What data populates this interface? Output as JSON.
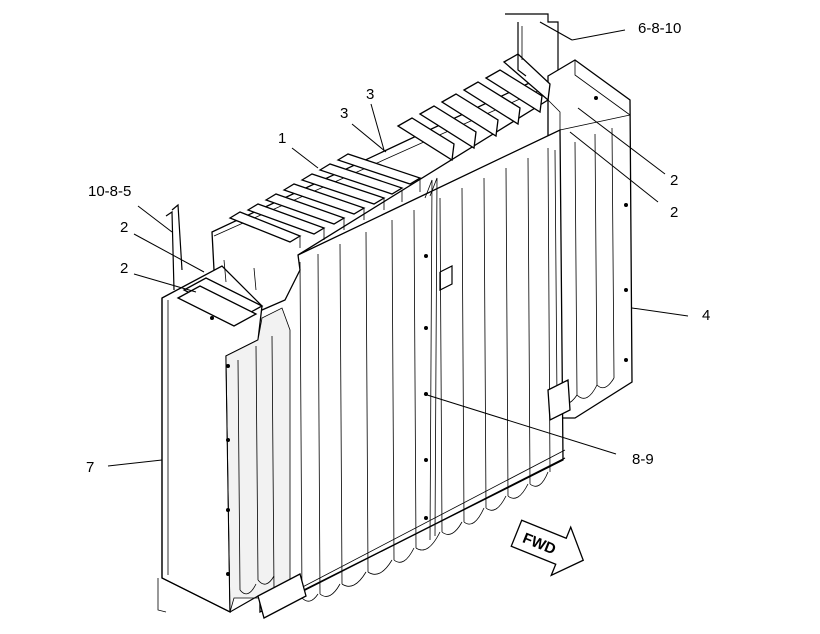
{
  "callouts": {
    "c_6_8_10": "6-8-10",
    "c_3a": "3",
    "c_3b": "3",
    "c_1": "1",
    "c_10_8_5": "10-8-5",
    "c_2_ul": "2",
    "c_2_ll": "2",
    "c_2_r1": "2",
    "c_2_r2": "2",
    "c_4": "4",
    "c_7": "7",
    "c_8_9": "8-9"
  },
  "direction_arrow": {
    "label": "FWD"
  },
  "colors": {
    "line": "#000000",
    "background": "#ffffff"
  }
}
